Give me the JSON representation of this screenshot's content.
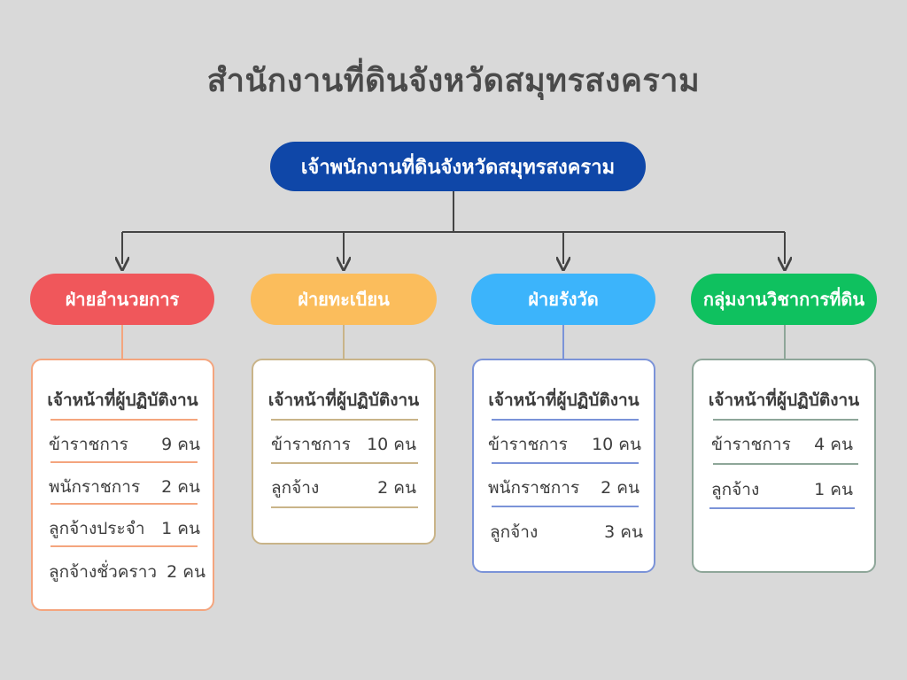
{
  "title": "สำนักงานที่ดินจังหวัดสมุทรสงคราม",
  "root": "เจ้าพนักงานที่ดินจังหวัดสมุทรสงคราม",
  "card_heading": "เจ้าหน้าที่ผู้ปฏิบัติงาน",
  "colors": {
    "root": "#0f47a8",
    "dept1": "#f0575b",
    "dept2": "#fbbd5c",
    "dept3": "#3cb4fb",
    "dept4": "#0fc15f"
  },
  "departments": [
    {
      "name": "ฝ่ายอำนวยการ",
      "rows": [
        {
          "label": "ข้าราชการ",
          "count": "9 คน"
        },
        {
          "label": "พนักราชการ",
          "count": "2 คน"
        },
        {
          "label": "ลูกจ้างประจำ",
          "count": "1 คน"
        },
        {
          "label": "ลูกจ้างชั่วคราว",
          "count": "2 คน"
        }
      ]
    },
    {
      "name": "ฝ่ายทะเบียน",
      "rows": [
        {
          "label": "ข้าราชการ",
          "count": "10 คน"
        },
        {
          "label": "ลูกจ้าง",
          "count": "2 คน"
        }
      ]
    },
    {
      "name": "ฝ่ายรังวัด",
      "rows": [
        {
          "label": "ข้าราชการ",
          "count": "10 คน"
        },
        {
          "label": "พนักราชการ",
          "count": "2 คน"
        },
        {
          "label": "ลูกจ้าง",
          "count": "3 คน"
        }
      ]
    },
    {
      "name": "กลุ่มงานวิชาการที่ดิน",
      "rows": [
        {
          "label": "ข้าราชการ",
          "count": "4 คน"
        },
        {
          "label": "ลูกจ้าง",
          "count": "1 คน"
        }
      ]
    }
  ]
}
